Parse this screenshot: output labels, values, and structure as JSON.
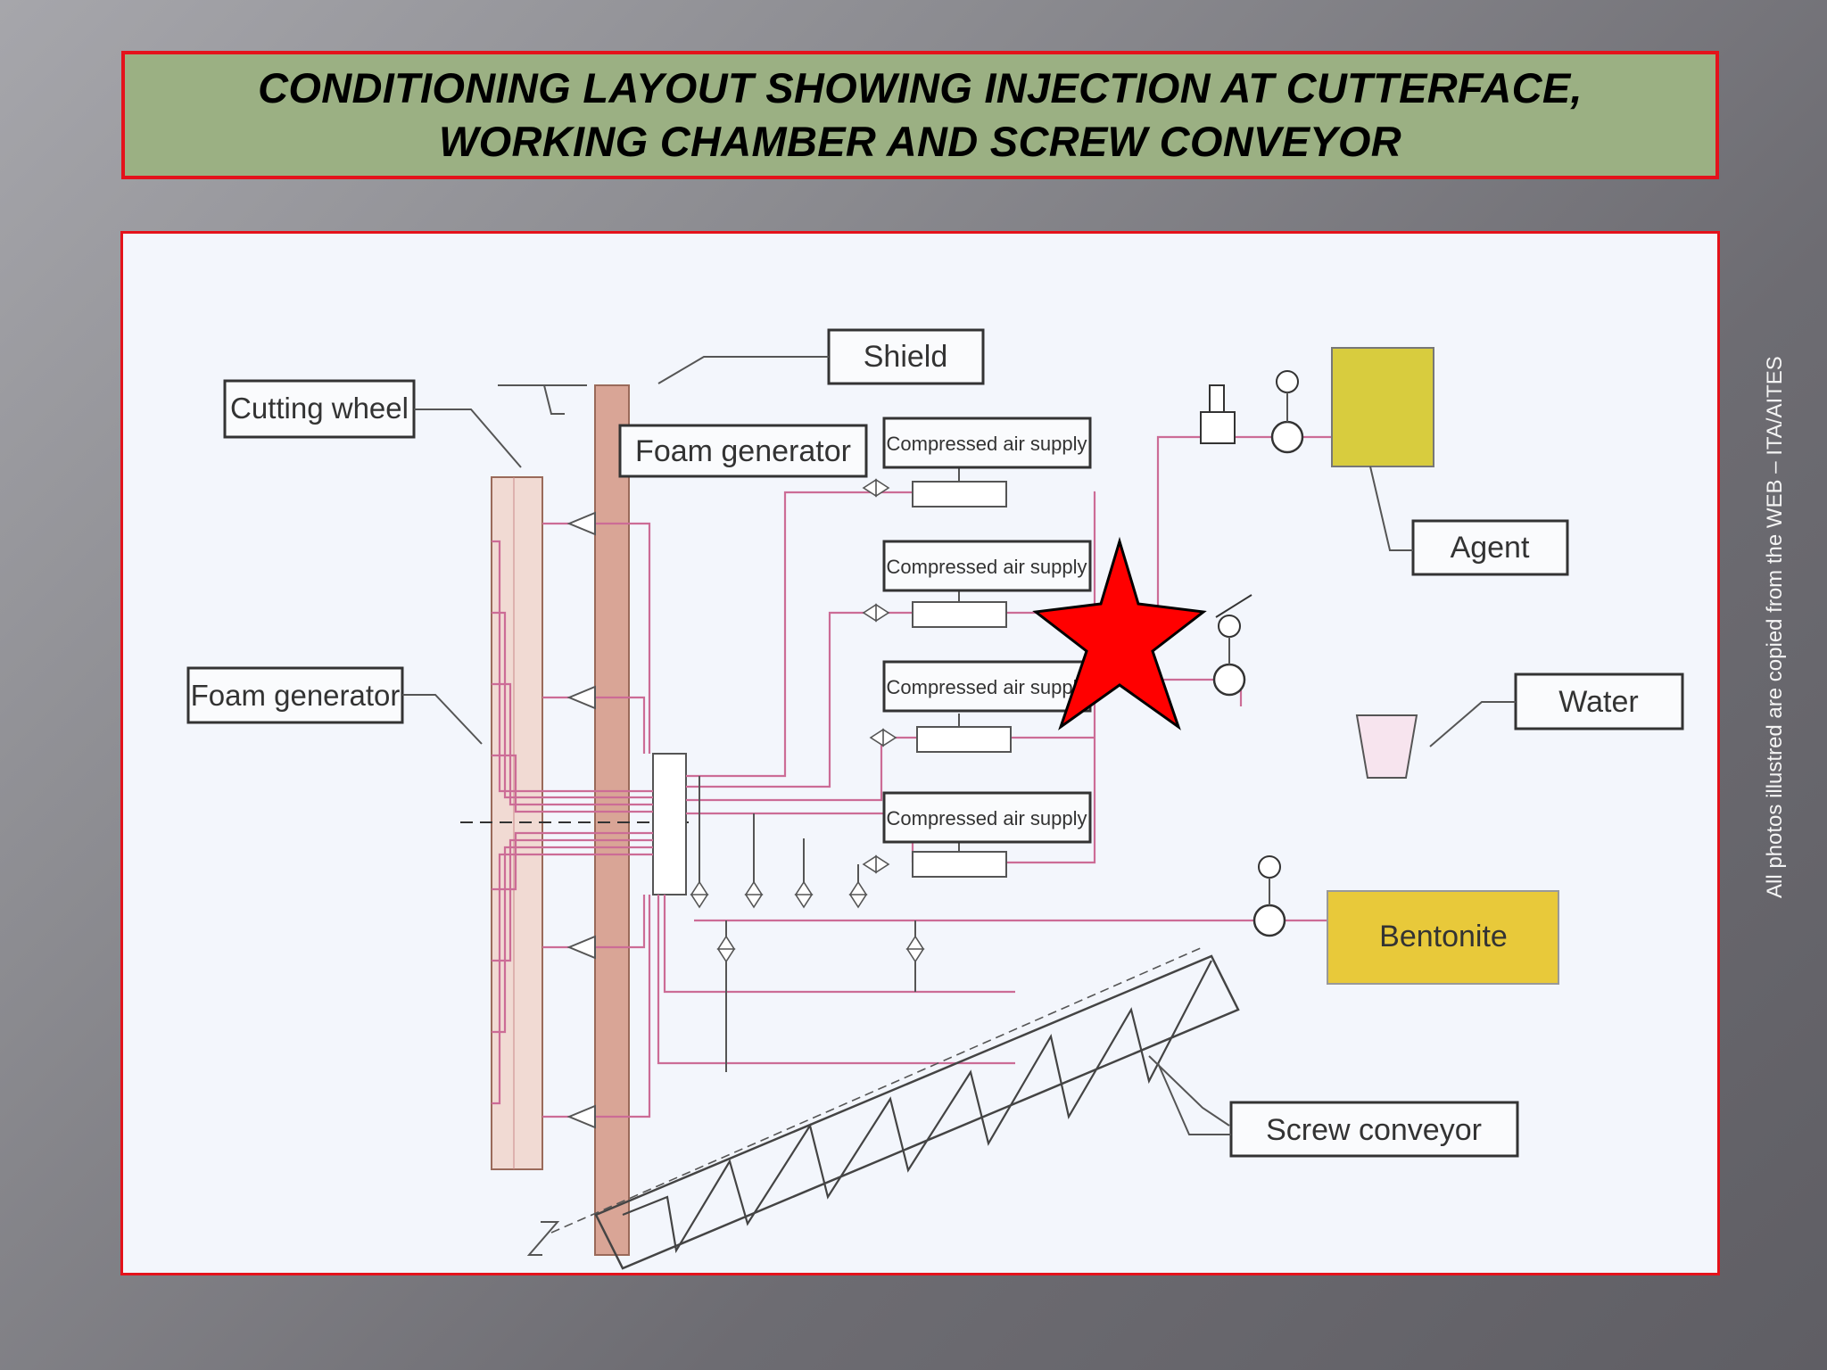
{
  "title": {
    "line1": "CONDITIONING LAYOUT SHOWING INJECTION AT CUTTERFACE,",
    "line2": "WORKING CHAMBER AND SCREW CONVEYOR"
  },
  "credit": "All photos illustred are  copied from the WEB – ITA/AITES",
  "diagram": {
    "labels": {
      "shield": "Shield",
      "cutting_wheel": "Cutting wheel",
      "foam_generator_top": "Foam generator",
      "foam_generator_left": "Foam generator",
      "agent": "Agent",
      "water": "Water",
      "bentonite": "Bentonite",
      "screw_conveyor": "Screw conveyor"
    },
    "compressed_air": [
      "Compressed air supply",
      "Compressed air supply",
      "Compressed air supply",
      "Compressed air supply"
    ]
  },
  "colors": {
    "title_bg": "#9bb083",
    "frame_border": "#e4121b",
    "agent_tank": "#d8cc3e",
    "bentonite_tank": "#e8c93a",
    "star": "#ff0000",
    "pipes": "#cc6c96"
  }
}
